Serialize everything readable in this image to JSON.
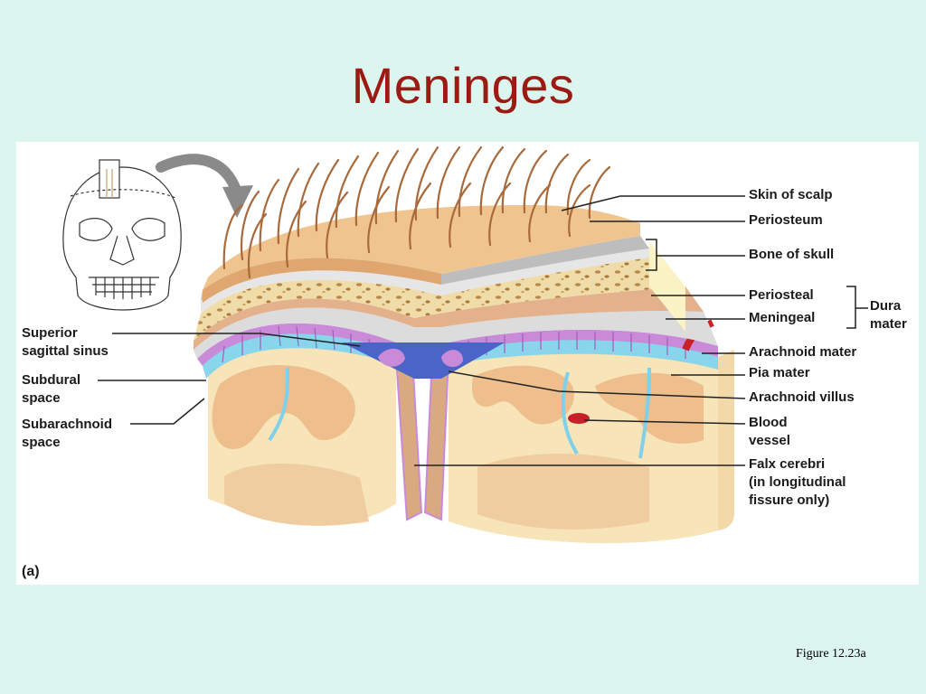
{
  "slide": {
    "title": "Meninges",
    "caption": "Figure 12.23a"
  },
  "figure": {
    "panel_label": "(a)",
    "labels_right": {
      "skin_of_scalp": "Skin of scalp",
      "periosteum": "Periosteum",
      "bone_of_skull": "Bone of skull",
      "periosteal": "Periosteal",
      "meningeal": "Meningeal",
      "dura_mater": "Dura\nmater",
      "arachnoid_mater": "Arachnoid mater",
      "pia_mater": "Pia mater",
      "arachnoid_villus": "Arachnoid villus",
      "blood_vessel": "Blood\nvessel",
      "falx_cerebri": "Falx cerebri\n(in longitudinal\nfissure only)"
    },
    "labels_left": {
      "superior_sagittal_sinus": "Superior\nsagittal sinus",
      "subdural_space": "Subdural\nspace",
      "subarachnoid_space": "Subarachnoid\nspace"
    },
    "colors": {
      "title": "#9b1a12",
      "background": "#dcf5ef",
      "scalp": "#e8b98e",
      "bone": "#f3e3b3",
      "dura": "#ddb08e",
      "arachnoid": "#c98ad8",
      "pia": "#7fd0e8",
      "sinus": "#4a64c8",
      "brain": "#f5ddb0",
      "gyri": "#e9b88a"
    }
  }
}
